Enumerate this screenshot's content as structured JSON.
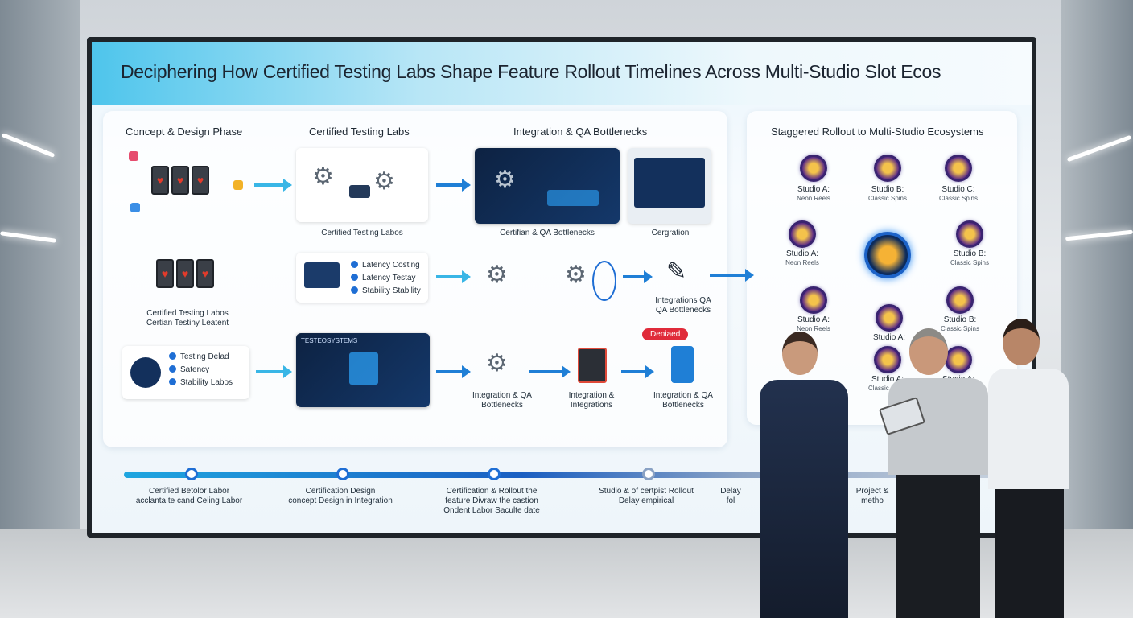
{
  "title": "Deciphering How Certified Testing Labs Shape Feature Rollout Timelines Across Multi-Studio Slot Ecos",
  "columns": {
    "concept": "Concept & Design Phase",
    "labs": "Certified Testing Labs",
    "integration": "Integration & QA Bottlenecks",
    "rollout": "Staggered Rollout to Multi-Studio Ecosystems"
  },
  "labels": {
    "labs_card": "Certified Testing Labos",
    "cert_qa": "Certifian & QA Bottlenecks",
    "cergration": "Cergration",
    "concept_row2_line1": "Certified Testing Labos",
    "concept_row2_line2": "Certian Testiny Leatent",
    "integ_qa_mid_line1": "Integrations QA",
    "integ_qa_mid_line2": "QA Bottlenecks",
    "row3_a_line1": "Integration & QA",
    "row3_a_line2": "Bottlenecks",
    "row3_b_line1": "Integration &",
    "row3_b_line2": "Integrations",
    "row3_c_line1": "Integration & QA",
    "row3_c_line2": "Bottlenecks",
    "delay_badge": "Deniaed",
    "dashboard_title": "TESTEOSYSTEMS"
  },
  "check_lists": {
    "labs": [
      "Latency Costing",
      "Latency Testay",
      "Stability Stability"
    ],
    "concept": [
      "Testing Delad",
      "Satency",
      "Stability Labos"
    ]
  },
  "studios": [
    {
      "name": "Studio A:",
      "sub": "Neon Reels"
    },
    {
      "name": "Studio B:",
      "sub": "Classic Spins"
    },
    {
      "name": "Studio C:",
      "sub": "Classic Spins"
    },
    {
      "name": "Studio A:",
      "sub": "Neon Reels"
    },
    {
      "name": "Studio B:",
      "sub": "Classic Spins"
    },
    {
      "name": "Studio A:",
      "sub": "Neon Reels"
    },
    {
      "name": "Studio A:",
      "sub": ""
    },
    {
      "name": "Studio B:",
      "sub": "Classic Spins"
    },
    {
      "name": "Studio A:",
      "sub": "Classic Spins"
    },
    {
      "name": "Studio A:",
      "sub": ""
    }
  ],
  "timeline": [
    {
      "line1": "Certified Betolor Labor",
      "line2": "acclanta te cand Celing Labor"
    },
    {
      "line1": "Certification Design",
      "line2": "concept Design in Integration"
    },
    {
      "line1": "Certification & Rollout the",
      "line2": "feature Divraw the castion",
      "line3": "Ondent Labor Saculte date"
    },
    {
      "line1": "Studio & of certpist Rollout",
      "line2": "Delay empirical"
    },
    {
      "line1": "Delay",
      "line2": "fol"
    },
    {
      "line1": "Project &",
      "line2": "metho"
    }
  ],
  "colors": {
    "accent": "#1f7fd6",
    "light_accent": "#39b6e6",
    "delay": "#e02b3a",
    "node_ring": "#3a2470"
  }
}
